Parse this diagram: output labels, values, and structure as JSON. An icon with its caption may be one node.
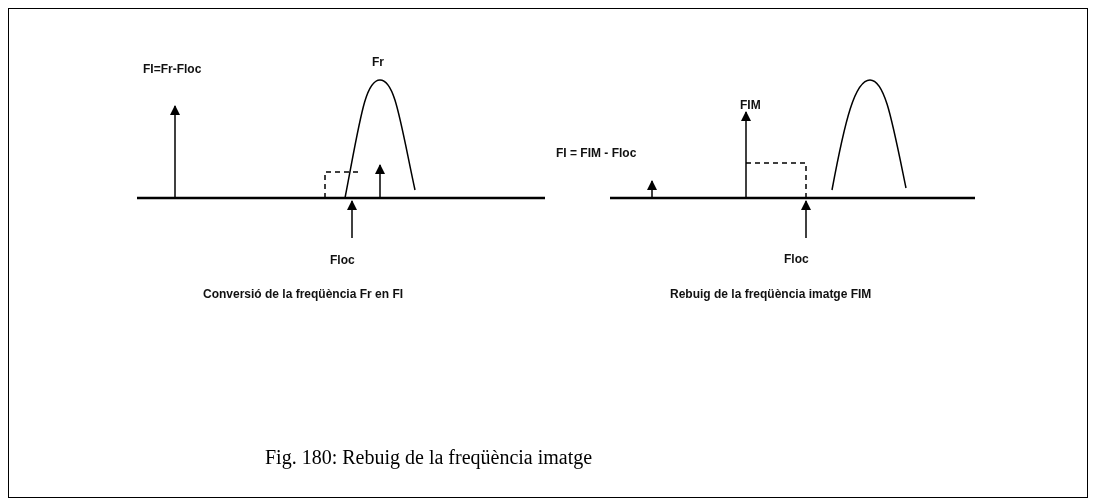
{
  "diagram": {
    "caption": "Fig. 180: Rebuig de la freqüència imatge",
    "labels": [
      "FI=Fr-Floc",
      "Fr",
      "FIM",
      "FI = FIM - Floc",
      "Floc",
      "Floc",
      "Conversió de la freqüència Fr en FI",
      "Rebuig de la freqüència imatge FIM"
    ]
  }
}
